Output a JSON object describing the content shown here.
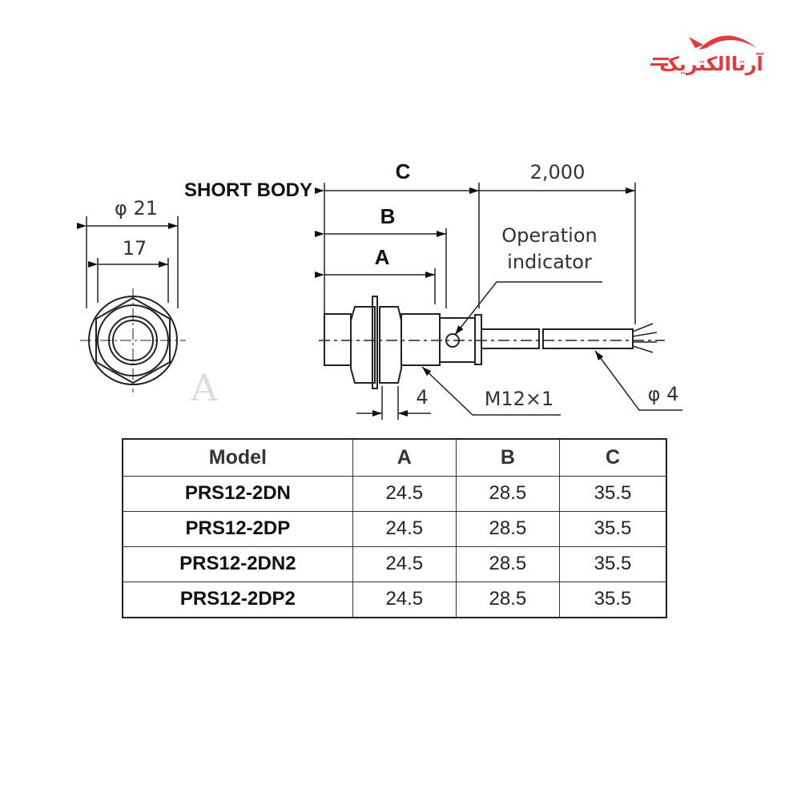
{
  "logo": {
    "text": "آرتاالکتریک",
    "color": "#e8383a"
  },
  "drawing": {
    "title": "SHORT BODY",
    "dim_outer_diameter": "φ 21",
    "dim_hex": "17",
    "dim_c": "C",
    "dim_b": "B",
    "dim_a": "A",
    "dim_cable_length": "2,000",
    "operation_indicator_line1": "Operation",
    "operation_indicator_line2": "indicator",
    "dim_nut": "4",
    "thread": "M12×1",
    "cable_diameter": "φ 4"
  },
  "table": {
    "headers": [
      "Model",
      "A",
      "B",
      "C"
    ],
    "rows": [
      [
        "PRS12-2DN",
        "24.5",
        "28.5",
        "35.5"
      ],
      [
        "PRS12-2DP",
        "24.5",
        "28.5",
        "35.5"
      ],
      [
        "PRS12-2DN2",
        "24.5",
        "28.5",
        "35.5"
      ],
      [
        "PRS12-2DP2",
        "24.5",
        "28.5",
        "35.5"
      ]
    ]
  }
}
